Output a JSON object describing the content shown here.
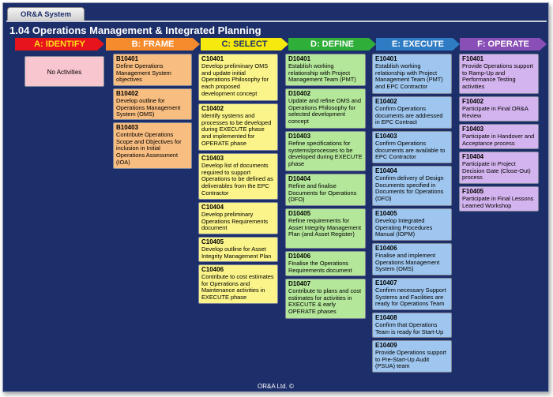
{
  "tab_label": "OR&A System",
  "page_title": "1.04 Operations Management & Integrated Planning",
  "footer": "OR&A Ltd. ©",
  "colors": {
    "background": "#1d2f6b",
    "identify": "#e8141c",
    "frame": "#f58b2c",
    "select": "#f6e90d",
    "define": "#2fae3a",
    "execute": "#2f7cc4",
    "operate": "#8a4fb6"
  },
  "phases": [
    {
      "label": "A: IDENTIFY"
    },
    {
      "label": "B: FRAME"
    },
    {
      "label": "C: SELECT"
    },
    {
      "label": "D: DEFINE"
    },
    {
      "label": "E: EXECUTE"
    },
    {
      "label": "F: OPERATE"
    }
  ],
  "identify": {
    "empty_label": "No Activities"
  },
  "frame": [
    {
      "code": "B10401",
      "text": "Define Operations Management System objectives"
    },
    {
      "code": "B10402",
      "text": "Develop outline for Operations Management System (OMS)"
    },
    {
      "code": "B10403",
      "text": "Contribute Operations Scope and Objectives for inclusion in Initial Operations Assessment (IOA)"
    }
  ],
  "select": [
    {
      "code": "C10401",
      "text": "Develop preliminary OMS and update initial Operations Philosophy for each proposed development concept"
    },
    {
      "code": "C10402",
      "text": "Identify systems and processes to be developed during EXECUTE phase and implemented for OPERATE phase"
    },
    {
      "code": "C10403",
      "text": "Develop list of documents required to support Operations to be defined as deliverables from the EPC Contractor"
    },
    {
      "code": "C10404",
      "text": "Develop preliminary Operations Requirements document"
    },
    {
      "code": "C10405",
      "text": "Develop outline for Asset Integrity Management Plan"
    },
    {
      "code": "C10406",
      "text": "Contribute to cost estimates for Operations and Maintenance activities in EXECUTE phase"
    }
  ],
  "define": [
    {
      "code": "D10401",
      "text": "Establish working relationship with Project Management Team (PMT)"
    },
    {
      "code": "D10402",
      "text": "Update and refine OMS and Operations Philosophy for selected development concept"
    },
    {
      "code": "D10403",
      "text": "Refine specifications for systems/processes to be developed during EXECUTE phase"
    },
    {
      "code": "D10404",
      "text": "Refine and finalise Documents for Operations (DFO)"
    },
    {
      "code": "D10405",
      "text": "Refine requirements for Asset Integrity Management Plan (and Asset Register)"
    },
    {
      "code": "D10406",
      "text": "Finalise the Operations Requirements document"
    },
    {
      "code": "D10407",
      "text": "Contribute to plans and cost estimates for activities in EXECUTE & early OPERATE phases"
    }
  ],
  "execute": [
    {
      "code": "E10401",
      "text": "Establish working relationship with Project Management Team (PMT) and EPC Contractor"
    },
    {
      "code": "E10402",
      "text": "Confirm Operations documents are addressed in EPC Contract"
    },
    {
      "code": "E10403",
      "text": "Confirm Operations documents are available to EPC Contractor"
    },
    {
      "code": "E10404",
      "text": "Confirm delivery of Design Documents specified in Documents for Operations (DFO)"
    },
    {
      "code": "E10405",
      "text": "Develop Integrated Operating Procedures Manual (IOPM)"
    },
    {
      "code": "E10406",
      "text": "Finalise and implement Operations Management System (OMS)"
    },
    {
      "code": "E10407",
      "text": "Confirm necessary Support Systems and Facilities are ready for Operations Team"
    },
    {
      "code": "E10408",
      "text": "Confirm that Operations Team is ready for Start-Up"
    },
    {
      "code": "E10409",
      "text": "Provide Operations support to Pre-Start-Up Audit (PSUA) team"
    }
  ],
  "operate": [
    {
      "code": "F10401",
      "text": "Provide Operations support to Ramp-Up and Performance Testing activities"
    },
    {
      "code": "F10402",
      "text": "Participate in Final OR&A Review"
    },
    {
      "code": "F10403",
      "text": "Participate in Handover and Acceptance process"
    },
    {
      "code": "F10404",
      "text": "Participate in Project Decision Gate (Close-Out) process"
    },
    {
      "code": "F10405",
      "text": "Participate in Final Lessons Learned Workshop"
    }
  ]
}
